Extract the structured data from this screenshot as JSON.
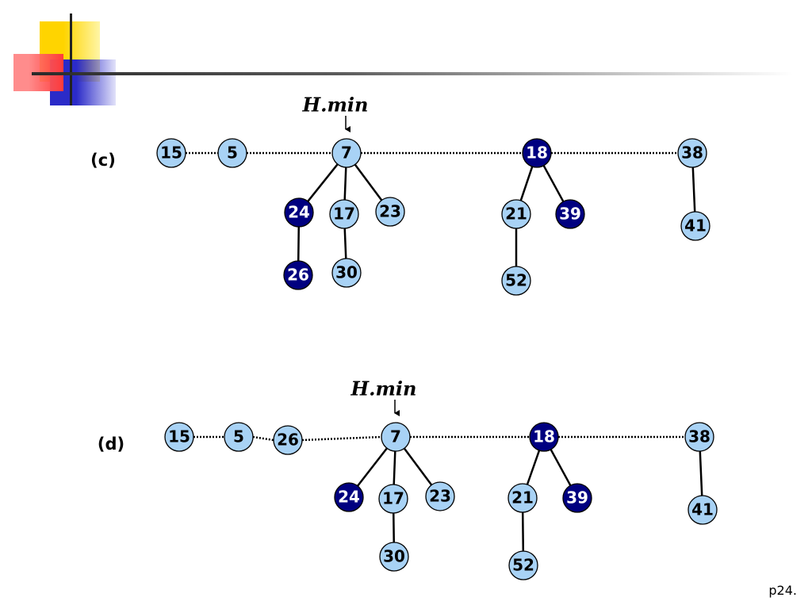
{
  "hmin_label": "H.min",
  "page_number": "p24.",
  "colors": {
    "light_node": "#a8d2f5",
    "dark_node": "#000080",
    "stroke": "#000000"
  },
  "panels": [
    {
      "id": "c",
      "label": "(c)",
      "nodes": [
        {
          "id": "c15",
          "key": "15",
          "marked": false
        },
        {
          "id": "c5",
          "key": "5",
          "marked": false
        },
        {
          "id": "c7",
          "key": "7",
          "marked": false,
          "min": true
        },
        {
          "id": "c18",
          "key": "18",
          "marked": true
        },
        {
          "id": "c38",
          "key": "38",
          "marked": false
        },
        {
          "id": "c24",
          "key": "24",
          "marked": true
        },
        {
          "id": "c17",
          "key": "17",
          "marked": false
        },
        {
          "id": "c23",
          "key": "23",
          "marked": false
        },
        {
          "id": "c26",
          "key": "26",
          "marked": true
        },
        {
          "id": "c30",
          "key": "30",
          "marked": false
        },
        {
          "id": "c21",
          "key": "21",
          "marked": false
        },
        {
          "id": "c39",
          "key": "39",
          "marked": true
        },
        {
          "id": "c52",
          "key": "52",
          "marked": false
        },
        {
          "id": "c41",
          "key": "41",
          "marked": false
        }
      ],
      "root_list": [
        "c15",
        "c5",
        "c7",
        "c18",
        "c38"
      ],
      "edges": [
        [
          "c7",
          "c24"
        ],
        [
          "c7",
          "c17"
        ],
        [
          "c7",
          "c23"
        ],
        [
          "c24",
          "c26"
        ],
        [
          "c17",
          "c30"
        ],
        [
          "c18",
          "c21"
        ],
        [
          "c18",
          "c39"
        ],
        [
          "c21",
          "c52"
        ],
        [
          "c38",
          "c41"
        ]
      ]
    },
    {
      "id": "d",
      "label": "(d)",
      "nodes": [
        {
          "id": "d15",
          "key": "15",
          "marked": false
        },
        {
          "id": "d5",
          "key": "5",
          "marked": false
        },
        {
          "id": "d26",
          "key": "26",
          "marked": false
        },
        {
          "id": "d7",
          "key": "7",
          "marked": false,
          "min": true
        },
        {
          "id": "d18",
          "key": "18",
          "marked": true
        },
        {
          "id": "d38",
          "key": "38",
          "marked": false
        },
        {
          "id": "d24",
          "key": "24",
          "marked": true
        },
        {
          "id": "d17",
          "key": "17",
          "marked": false
        },
        {
          "id": "d23",
          "key": "23",
          "marked": false
        },
        {
          "id": "d30",
          "key": "30",
          "marked": false
        },
        {
          "id": "d21",
          "key": "21",
          "marked": false
        },
        {
          "id": "d39",
          "key": "39",
          "marked": true
        },
        {
          "id": "d52",
          "key": "52",
          "marked": false
        },
        {
          "id": "d41",
          "key": "41",
          "marked": false
        }
      ],
      "root_list": [
        "d15",
        "d5",
        "d26",
        "d7",
        "d18",
        "d38"
      ],
      "edges": [
        [
          "d7",
          "d24"
        ],
        [
          "d7",
          "d17"
        ],
        [
          "d7",
          "d23"
        ],
        [
          "d17",
          "d30"
        ],
        [
          "d18",
          "d21"
        ],
        [
          "d18",
          "d39"
        ],
        [
          "d21",
          "d52"
        ],
        [
          "d38",
          "d41"
        ]
      ]
    }
  ]
}
